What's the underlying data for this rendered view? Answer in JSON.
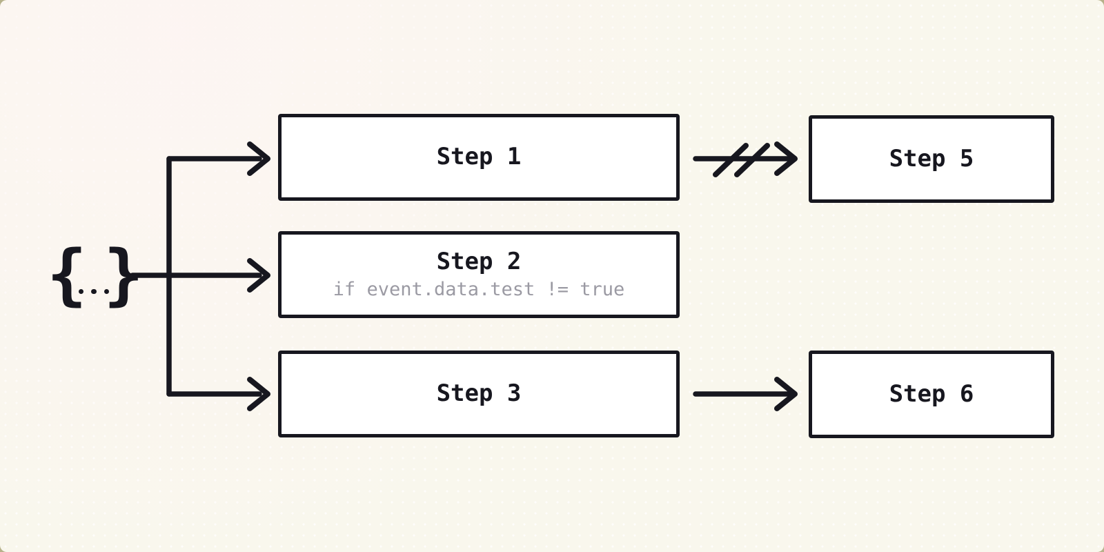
{
  "diagram": {
    "source": {
      "label": "{...}",
      "brace_left": "{",
      "brace_right": "}"
    },
    "nodes": [
      {
        "id": "step-1",
        "label": "Step 1"
      },
      {
        "id": "step-2",
        "label": "Step 2",
        "condition": "if event.data.test != true"
      },
      {
        "id": "step-3",
        "label": "Step 3"
      },
      {
        "id": "step-5",
        "label": "Step 5"
      },
      {
        "id": "step-6",
        "label": "Step 6"
      }
    ],
    "edges": [
      {
        "from": "source",
        "to": [
          "step-1",
          "step-2",
          "step-3"
        ],
        "type": "fan-out"
      },
      {
        "from": "step-1",
        "to": "step-5",
        "type": "cancelled"
      },
      {
        "from": "step-3",
        "to": "step-6",
        "type": "normal"
      }
    ],
    "colors": {
      "ink": "#17171f",
      "node_fill": "#ffffff",
      "canvas": "#f9f7ed",
      "condition_text": "#9b9aa3",
      "page_edge": "#b6b18a"
    }
  }
}
